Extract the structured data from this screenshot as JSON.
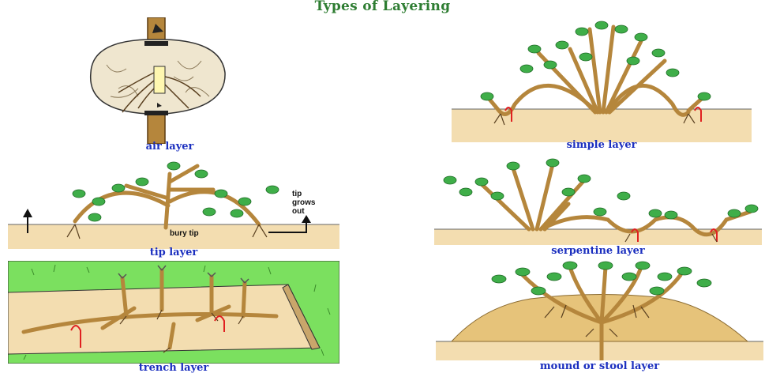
{
  "title": "Types of Layering",
  "panels": {
    "air": {
      "caption": "air layer"
    },
    "simple": {
      "caption": "simple layer"
    },
    "tip": {
      "caption": "tip layer",
      "label_tip_grows_out": "tip grows out",
      "label_bury_tip": "bury tip"
    },
    "serpentine": {
      "caption": "serpentine layer"
    },
    "trench": {
      "caption": "trench layer"
    },
    "mound": {
      "caption": "mound or stool layer"
    }
  },
  "colors": {
    "title": "#2e7d32",
    "caption": "#1b2fbf",
    "soil": "#f3ddb0",
    "stem": "#b5863c",
    "leaf": "#3fae49",
    "trench_bg": "#7be05f",
    "pin": "#e02020"
  }
}
